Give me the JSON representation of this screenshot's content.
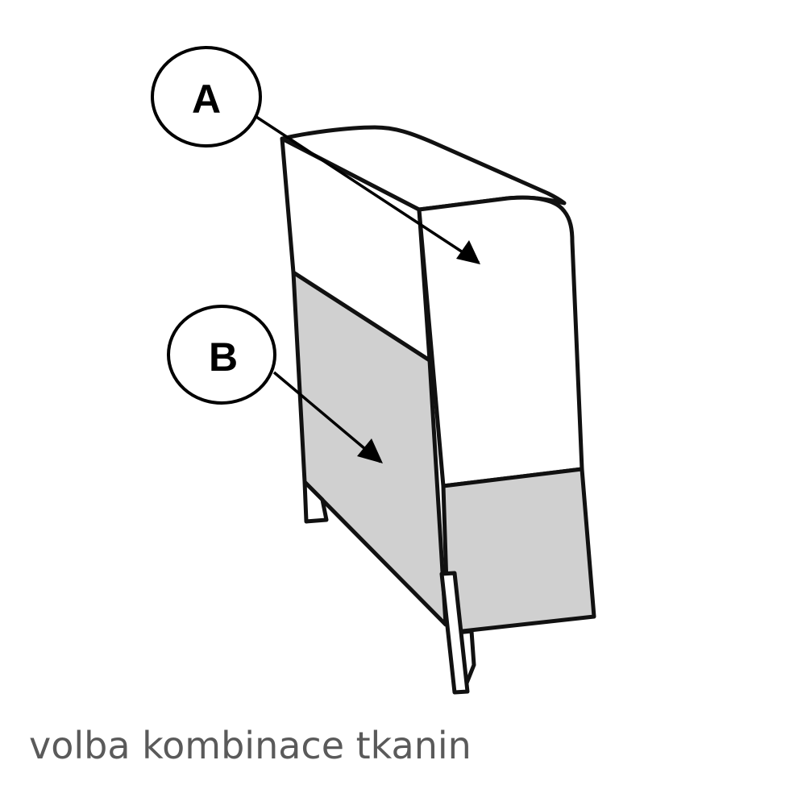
{
  "diagram": {
    "subject": "armrest fabric combination",
    "colors": {
      "outline": "#111111",
      "fabric_a": "#ffffff",
      "fabric_b": "#d0d0d0",
      "caption": "#5a5a5a"
    },
    "callouts": [
      {
        "id": "A",
        "label": "A",
        "points_to": "upper fabric zone"
      },
      {
        "id": "B",
        "label": "B",
        "points_to": "lower fabric zone"
      }
    ]
  },
  "caption": {
    "text": "volba kombinace tkanin"
  }
}
